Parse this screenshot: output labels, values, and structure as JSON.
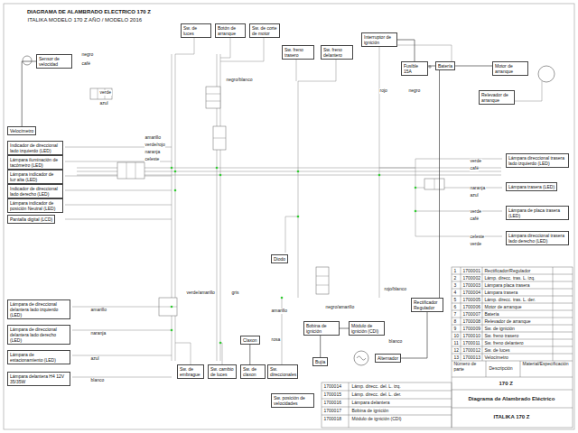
{
  "diagram": {
    "title": "DIAGRAMA DE ALAMBRADO ELECTRICO 170 Z",
    "nodes": [
      {
        "text": [
          "Sensor de velocidad"
        ]
      },
      {
        "text": [
          "Velocímetro"
        ]
      },
      {
        "text": [
          "Indicador de direccional lado izquierdo (LED)"
        ]
      },
      {
        "text": [
          "Lámpara iluminación de tacómetro (LED)"
        ]
      },
      {
        "text": [
          "Lámpara indicador de luz alta (LED)"
        ]
      },
      {
        "text": [
          "Indicador de direccional lado derecho (LED)"
        ]
      },
      {
        "text": [
          "Lámpara indicador de posición Neutral (LED)"
        ]
      },
      {
        "text": [
          "Pantalla digital (LCD)"
        ]
      },
      {
        "text": [
          "Sw. de luces"
        ]
      },
      {
        "text": [
          "Botón de arranque"
        ]
      },
      {
        "text": [
          "Sw. de corte de motor"
        ]
      },
      {
        "text": [
          "Sw. freno trasero"
        ]
      },
      {
        "text": [
          "Sw. freno delantero"
        ]
      },
      {
        "text": [
          "Interruptor de ignición"
        ]
      },
      {
        "text": [
          "Fusible 15A"
        ]
      },
      {
        "text": [
          "Batería"
        ]
      },
      {
        "text": [
          "Motor de arranque"
        ]
      },
      {
        "text": [
          "Relevador de arranque"
        ]
      },
      {
        "text": [
          "Lámpara direccional trasera lado izquierdo (LED)"
        ]
      },
      {
        "text": [
          "Lámpara trasera (LED)"
        ]
      },
      {
        "text": [
          "Lámpara de placa trasera (LED)"
        ]
      },
      {
        "text": [
          "Lámpara direccional trasera lado derecho (LED)"
        ]
      },
      {
        "text": [
          "Diodo"
        ]
      },
      {
        "text": [
          "Lámpara de direccional delantera lado izquierdo (LED)"
        ]
      },
      {
        "text": [
          "Lámpara de direccional delantera lado derecho (LED)"
        ]
      },
      {
        "text": [
          "Lámpara de estacionamiento (LED)"
        ]
      },
      {
        "text": [
          "Lámpara delantera H4 12V 35/35W"
        ]
      },
      {
        "text": [
          "Sw. de embrague"
        ]
      },
      {
        "text": [
          "Sw. cambio de luces"
        ]
      },
      {
        "text": [
          "Sw. de claxon"
        ]
      },
      {
        "text": [
          "Sw. direccionales"
        ]
      },
      {
        "text": [
          "Claxon"
        ]
      },
      {
        "text": [
          "Módulo de ignición (CDI)"
        ]
      },
      {
        "text": [
          "Bobina de ignición"
        ]
      },
      {
        "text": [
          "Sw. posición de velocidades"
        ]
      },
      {
        "text": [
          "Alternador"
        ]
      },
      {
        "text": [
          "Rectificador Regulador"
        ]
      },
      {
        "text": [
          "Bujía"
        ]
      }
    ],
    "edges": [
      {
        "from": 0,
        "to": 1,
        "arrow": "none"
      },
      {
        "from": 13,
        "to": 14,
        "arrow": "none"
      },
      {
        "from": 14,
        "to": 15,
        "arrow": "none"
      },
      {
        "from": 15,
        "to": 16,
        "arrow": "none"
      },
      {
        "from": 35,
        "to": 36,
        "arrow": "none"
      },
      {
        "from": 36,
        "to": 15,
        "arrow": "none"
      },
      {
        "from": 32,
        "to": 33,
        "arrow": "none"
      },
      {
        "from": 33,
        "to": 37,
        "arrow": "none"
      },
      {
        "from": 29,
        "to": 31,
        "arrow": "none"
      }
    ],
    "labels": [
      "ITALIKA MODELO 170 Z AÑO / MODELO 2016",
      "1",
      "1700001",
      "Rectificador/Regulador",
      "2",
      "1700002",
      "Lámp. direcc. tras. L. izq.",
      "3",
      "1700003",
      "Lámpara placa trasera",
      "4",
      "1700004",
      "Lámpara trasera",
      "5",
      "1700005",
      "Lámp. direcc. tras. L. der.",
      "6",
      "1700006",
      "Motor de arranque",
      "7",
      "1700007",
      "Batería",
      "8",
      "1700008",
      "Relevador de arranque",
      "9",
      "1700009",
      "Sw. de ignición",
      "10",
      "1700010",
      "Sw. freno trasero",
      "11",
      "1700011",
      "Sw. freno delantero",
      "12",
      "1700012",
      "Sw. de luces",
      "13",
      "1700013",
      "Velocímetro",
      "Número de parte",
      "Descripción",
      "Material/Especificación",
      "170 Z",
      "Diagrama de Alambrado Eléctrico",
      "ITALIKA 170 Z",
      "1700014",
      "Lámp. direcc. del. L. izq.",
      "1700015",
      "Lámp. direcc. del. L. der.",
      "1700016",
      "Lámpara delantera",
      "1700017",
      "Bobina de ignición",
      "1700018",
      "Módulo de ignición (CDI)",
      "negro",
      "café",
      "verde",
      "azul",
      "amarillo",
      "verde/rojo",
      "naranja",
      "celeste",
      "negro/blanco",
      "rojo",
      "negro",
      "verde",
      "café",
      "naranja",
      "azul",
      "verde",
      "café",
      "celeste",
      "verde",
      "amarillo",
      "naranja",
      "azul",
      "blanco",
      "rojo/blanco",
      "negro/amarillo",
      "blanco",
      "amarillo",
      "rosa",
      "verde/amarillo",
      "gris"
    ]
  }
}
